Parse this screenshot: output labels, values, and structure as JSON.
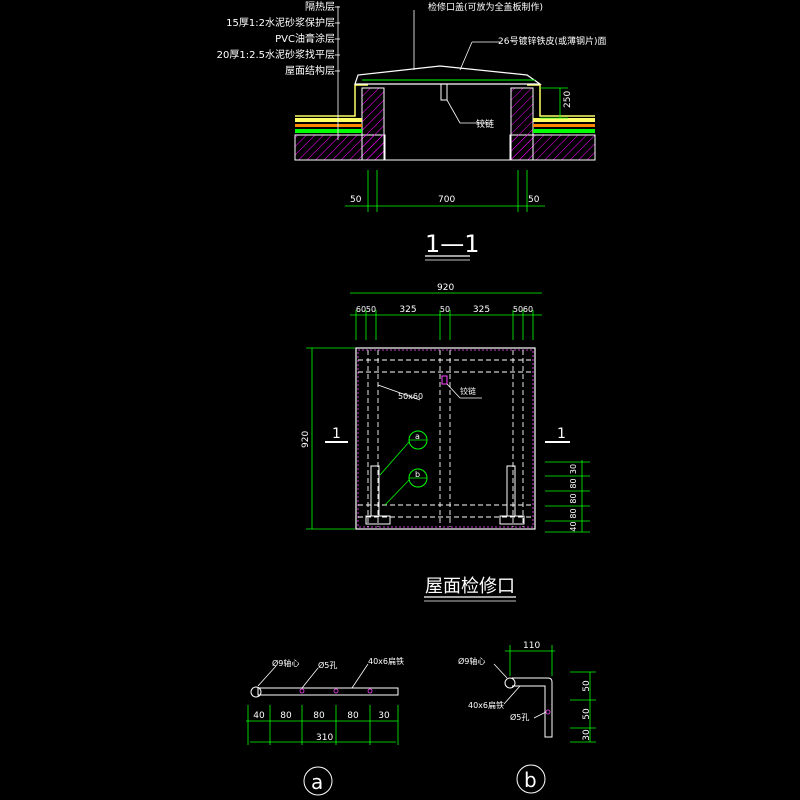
{
  "colors": {
    "background": "#000000",
    "outline": "#ffffff",
    "dimension": "#00ff00",
    "leader": "#00ff00",
    "hatch": "#ff00ff",
    "insulation": "#ffff66",
    "waterproof": "#ff8800",
    "accent": "#ff44ff",
    "marker": "#ff0000"
  },
  "section": {
    "layer_labels": [
      "隔热层",
      "15厚1:2水泥砂浆保护层",
      "PVC油膏涂层",
      "20厚1:2.5水泥砂浆找平层",
      "屋面结构层"
    ],
    "top_note": "检修口盖(可放为全盖板制作)",
    "right_note": "26号镀锌铁皮(或薄钢片)面",
    "hinge_note": "铰链",
    "height_dim": "250",
    "dims": [
      "50",
      "700",
      "50"
    ],
    "title": "1—1"
  },
  "plan": {
    "overall_dim": "920",
    "top_dims": [
      "60",
      "50",
      "325",
      "50",
      "325",
      "50",
      "60"
    ],
    "left_dim": "920",
    "right_dims": [
      "30",
      "80",
      "80",
      "80",
      "40"
    ],
    "member_label": "50x60",
    "hinge_label": "铰链",
    "cut_left": "1",
    "cut_right": "1",
    "bubble_a": "a",
    "bubble_b": "b",
    "title": "屋面检修口"
  },
  "detail_a": {
    "label_pin": "Ø9轴心",
    "label_hole": "Ø5孔",
    "label_strip": "40x6扁铁",
    "dims": [
      "40",
      "80",
      "80",
      "80",
      "30"
    ],
    "total": "310",
    "marker": "a"
  },
  "detail_b": {
    "label_pin": "Ø9轴心",
    "label_strip": "40x6扁铁",
    "label_hole": "Ø5孔",
    "top_dim": "110",
    "right_dims": [
      "50",
      "50",
      "30"
    ],
    "marker": "b"
  }
}
